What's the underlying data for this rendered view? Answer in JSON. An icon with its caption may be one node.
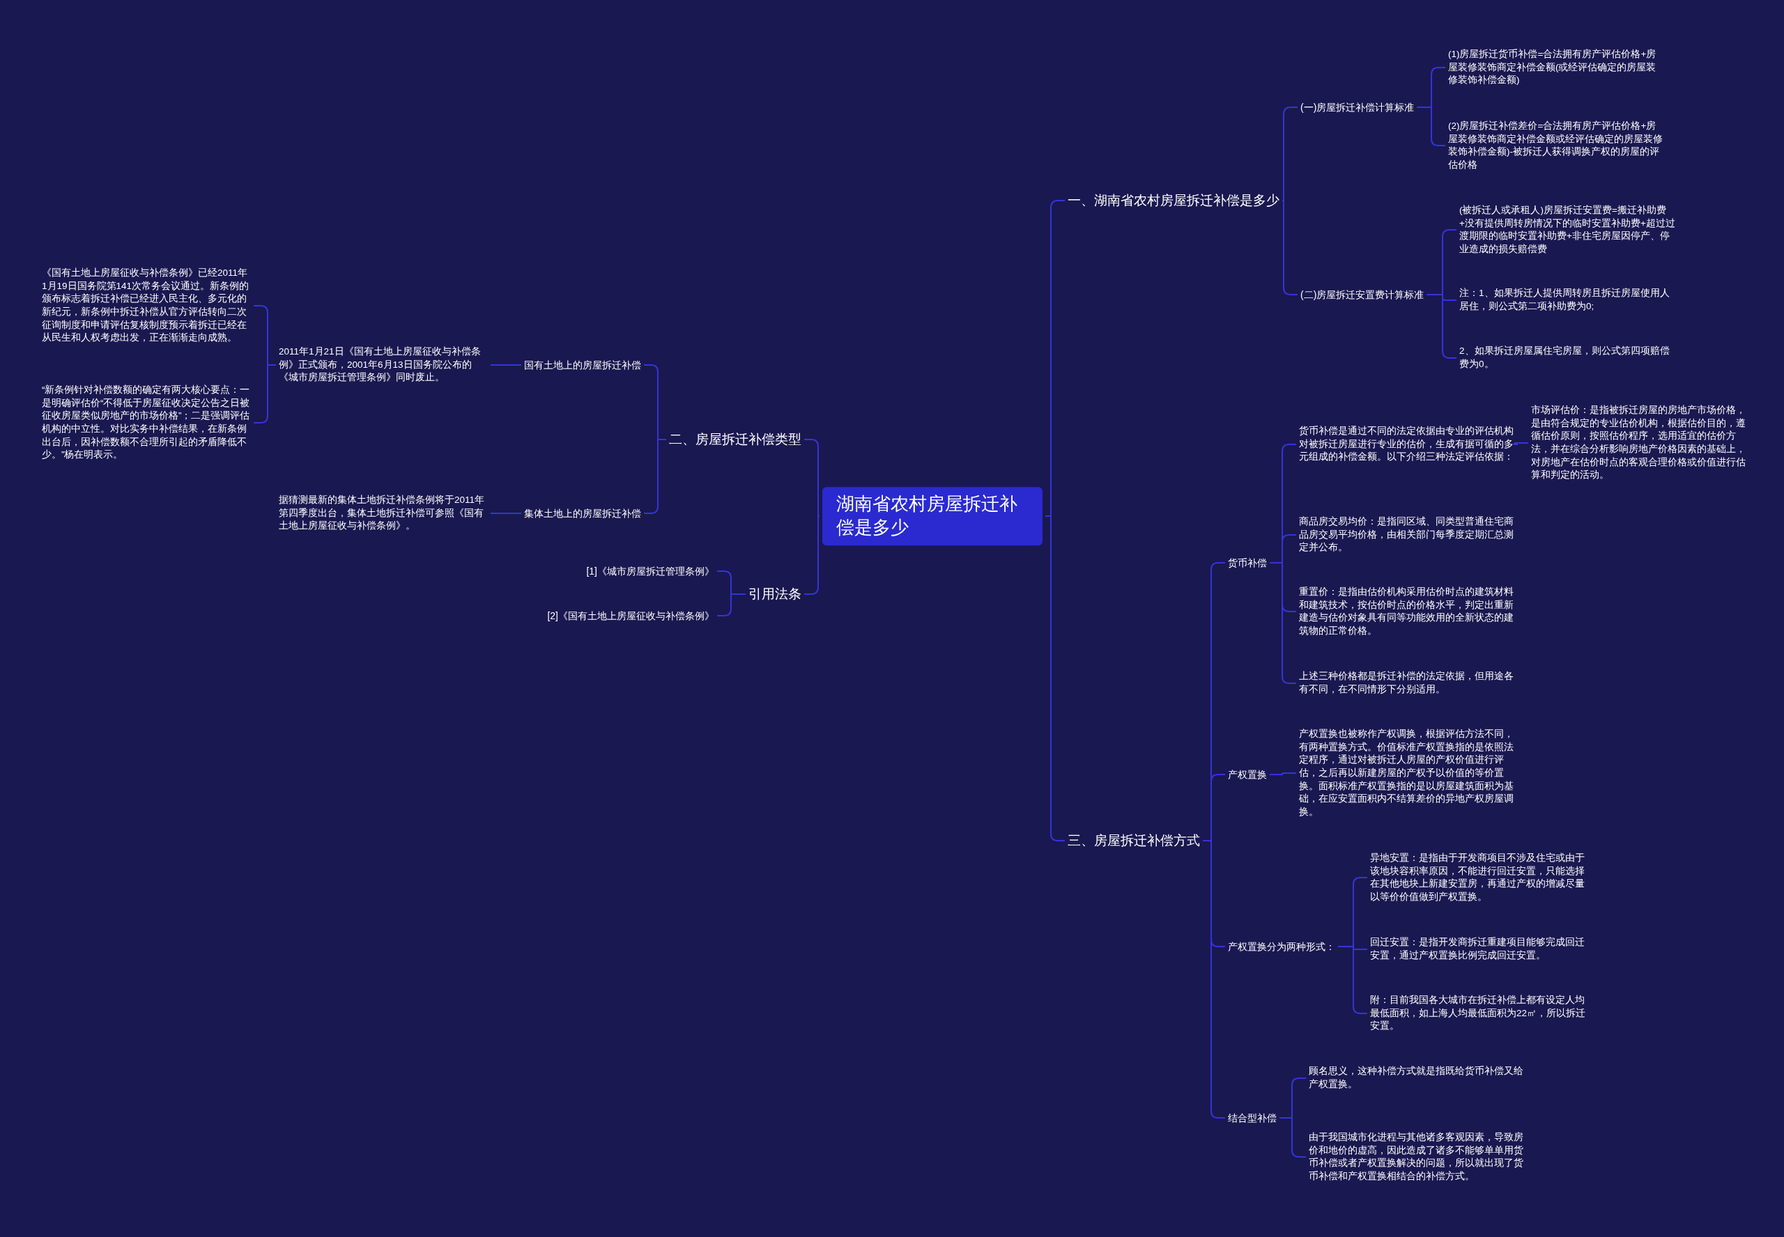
{
  "diagram": {
    "nodes": [
      {
        "text": [
          "湖南省农村房屋拆迁补偿是多少"
        ]
      },
      {
        "text": [
          "一、湖南省农村房屋拆迁补偿是多少"
        ]
      },
      {
        "text": [
          "(一)房屋拆迁补偿计算标准"
        ]
      },
      {
        "text": [
          "(1)房屋拆迁货币补偿=合法拥有房产评估价格+房屋装修装饰商定补偿金额(或经评估确定的房屋装修装饰补偿金额)"
        ]
      },
      {
        "text": [
          "(2)房屋拆迁补偿差价=合法拥有房产评估价格+房屋装修装饰商定补偿金额或经评估确定的房屋装修装饰补偿金额)-被拆迁人获得调换产权的房屋的评估价格"
        ]
      },
      {
        "text": [
          "(二)房屋拆迁安置费计算标准"
        ]
      },
      {
        "text": [
          "(被拆迁人或承租人)房屋拆迁安置费=搬迁补助费+没有提供周转房情况下的临时安置补助费+超过过渡期限的临时安置补助费+非住宅房屋因停产、停业造成的损失赔偿费"
        ]
      },
      {
        "text": [
          "注：1、如果拆迁人提供周转房且拆迁房屋使用人居住，则公式第二项补助费为0;"
        ]
      },
      {
        "text": [
          "2、如果拆迁房屋属住宅房屋，则公式第四项赔偿费为0。"
        ]
      },
      {
        "text": [
          "三、房屋拆迁补偿方式"
        ]
      },
      {
        "text": [
          "货币补偿"
        ]
      },
      {
        "text": [
          "货币补偿是通过不同的法定依据由专业的评估机构对被拆迁房屋进行专业的估价，生成有据可循的多元组成的补偿金额。以下介绍三种法定评估依据："
        ]
      },
      {
        "text": [
          "市场评估价：是指被拆迁房屋的房地产市场价格，是由符合规定的专业估价机构，根据估价目的，遵循估价原则，按照估价程序，选用适宜的估价方法，并在综合分析影响房地产价格因素的基础上，对房地产在估价时点的客观合理价格或价值进行估算和判定的活动。"
        ]
      },
      {
        "text": [
          "商品房交易均价：是指同区域、同类型普通住宅商品房交易平均价格，由相关部门每季度定期汇总测定并公布。"
        ]
      },
      {
        "text": [
          "重置价：是指由估价机构采用估价时点的建筑材料和建筑技术，按估价时点的价格水平，判定出重新建造与估价对象具有同等功能效用的全新状态的建筑物的正常价格。"
        ]
      },
      {
        "text": [
          "上述三种价格都是拆迁补偿的法定依据，但用途各有不同，在不同情形下分别适用。"
        ]
      },
      {
        "text": [
          "产权置换"
        ]
      },
      {
        "text": [
          "产权置换也被称作产权调换，根据评估方法不同，有两种置换方式。价值标准产权置换指的是依照法定程序，通过对被拆迁人房屋的产权价值进行评估，之后再以新建房屋的产权予以价值的等价置换。面积标准产权置换指的是以房屋建筑面积为基础，在应安置面积内不结算差价的异地产权房屋调换。"
        ]
      },
      {
        "text": [
          "产权置换分为两种形式："
        ]
      },
      {
        "text": [
          "异地安置：是指由于开发商项目不涉及住宅或由于该地块容积率原因，不能进行回迁安置，只能选择在其他地块上新建安置房，再通过产权的增减尽量以等价价值做到产权置换。"
        ]
      },
      {
        "text": [
          "回迁安置：是指开发商拆迁重建项目能够完成回迁安置，通过产权置换比例完成回迁安置。"
        ]
      },
      {
        "text": [
          "附：目前我国各大城市在拆迁补偿上都有设定人均最低面积，如上海人均最低面积为22㎡，所以拆迁安置。"
        ]
      },
      {
        "text": [
          "结合型补偿"
        ]
      },
      {
        "text": [
          "顾名思义，这种补偿方式就是指既给货币补偿又给产权置换。"
        ]
      },
      {
        "text": [
          "由于我国城市化进程与其他诸多客观因素，导致房价和地价的虚高，因此造成了诸多不能够单单用货币补偿或者产权置换解决的问题，所以就出现了货币补偿和产权置换相结合的补偿方式。"
        ]
      },
      {
        "text": [
          "二、房屋拆迁补偿类型"
        ]
      },
      {
        "text": [
          "国有土地上的房屋拆迁补偿"
        ]
      },
      {
        "text": [
          "2011年1月21日《国有土地上房屋征收与补偿条例》正式颁布，2001年6月13日国务院公布的《城市房屋拆迁管理条例》同时废止。"
        ]
      },
      {
        "text": [
          "《国有土地上房屋征收与补偿条例》已经2011年1月19日国务院第141次常务会议通过。新条例的颁布标志着拆迁补偿已经进入民主化、多元化的新纪元，新条例中拆迁补偿从官方评估转向二次征询制度和申请评估复核制度预示着拆迁已经在从民生和人权考虑出发，正在渐渐走向成熟。"
        ]
      },
      {
        "text": [
          "“新条例针对补偿数额的确定有两大核心要点：一是明确评估价“不得低于房屋征收决定公告之日被征收房屋类似房地产的市场价格”；二是强调评估机构的中立性。对比实务中补偿结果，在新条例出台后，因补偿数额不合理所引起的矛盾降低不少。”杨在明表示。"
        ]
      },
      {
        "text": [
          "集体土地上的房屋拆迁补偿"
        ]
      },
      {
        "text": [
          "据猜测最新的集体土地拆迁补偿条例将于2011年第四季度出台，集体土地拆迁补偿可参照《国有土地上房屋征收与补偿条例》。"
        ]
      },
      {
        "text": [
          "引用法条"
        ]
      },
      {
        "text": [
          "[1]《城市房屋拆迁管理条例》"
        ]
      },
      {
        "text": [
          "[2]《国有土地上房屋征收与补偿条例》"
        ]
      }
    ],
    "edges": [
      {
        "from": 0,
        "to": 1,
        "arrow": "none"
      },
      {
        "from": 1,
        "to": 2,
        "arrow": "none"
      },
      {
        "from": 2,
        "to": 3,
        "arrow": "none"
      },
      {
        "from": 2,
        "to": 4,
        "arrow": "none"
      },
      {
        "from": 1,
        "to": 5,
        "arrow": "none"
      },
      {
        "from": 5,
        "to": 6,
        "arrow": "none"
      },
      {
        "from": 5,
        "to": 7,
        "arrow": "none"
      },
      {
        "from": 5,
        "to": 8,
        "arrow": "none"
      },
      {
        "from": 0,
        "to": 9,
        "arrow": "none"
      },
      {
        "from": 9,
        "to": 10,
        "arrow": "none"
      },
      {
        "from": 10,
        "to": 11,
        "arrow": "none"
      },
      {
        "from": 11,
        "to": 12,
        "arrow": "none"
      },
      {
        "from": 10,
        "to": 13,
        "arrow": "none"
      },
      {
        "from": 10,
        "to": 14,
        "arrow": "none"
      },
      {
        "from": 10,
        "to": 15,
        "arrow": "none"
      },
      {
        "from": 9,
        "to": 16,
        "arrow": "none"
      },
      {
        "from": 16,
        "to": 17,
        "arrow": "none"
      },
      {
        "from": 9,
        "to": 18,
        "arrow": "none"
      },
      {
        "from": 18,
        "to": 19,
        "arrow": "none"
      },
      {
        "from": 18,
        "to": 20,
        "arrow": "none"
      },
      {
        "from": 18,
        "to": 21,
        "arrow": "none"
      },
      {
        "from": 9,
        "to": 22,
        "arrow": "none"
      },
      {
        "from": 22,
        "to": 23,
        "arrow": "none"
      },
      {
        "from": 22,
        "to": 24,
        "arrow": "none"
      },
      {
        "from": 0,
        "to": 25,
        "arrow": "none"
      },
      {
        "from": 25,
        "to": 26,
        "arrow": "none"
      },
      {
        "from": 26,
        "to": 27,
        "arrow": "none"
      },
      {
        "from": 27,
        "to": 28,
        "arrow": "none"
      },
      {
        "from": 27,
        "to": 29,
        "arrow": "none"
      },
      {
        "from": 25,
        "to": 30,
        "arrow": "none"
      },
      {
        "from": 30,
        "to": 31,
        "arrow": "none"
      },
      {
        "from": 0,
        "to": 32,
        "arrow": "none"
      },
      {
        "from": 32,
        "to": 33,
        "arrow": "none"
      },
      {
        "from": 32,
        "to": 34,
        "arrow": "none"
      }
    ]
  }
}
